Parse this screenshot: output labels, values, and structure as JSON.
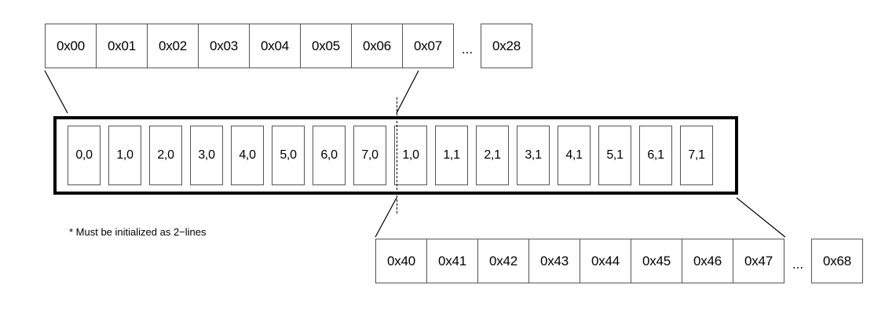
{
  "diagram": {
    "top_address_row": {
      "name": "upper-address-range",
      "cells": [
        "0x00",
        "0x01",
        "0x02",
        "0x03",
        "0x04",
        "0x05",
        "0x06",
        "0x07"
      ],
      "ellipsis": "...",
      "tail_cell": "0x28"
    },
    "bottom_address_row": {
      "name": "lower-address-range",
      "cells": [
        "0x40",
        "0x41",
        "0x42",
        "0x43",
        "0x44",
        "0x45",
        "0x46",
        "0x47"
      ],
      "ellipsis": "...",
      "tail_cell": "0x68"
    },
    "cache_bar": {
      "name": "cache-line-buffer",
      "left_half": [
        "0,0",
        "1,0",
        "2,0",
        "3,0",
        "4,0",
        "5,0",
        "6,0",
        "7,0"
      ],
      "right_half": [
        "1,0",
        "1,1",
        "2,1",
        "3,1",
        "4,1",
        "5,1",
        "6,1",
        "7,1"
      ]
    },
    "footnote": "* Must be initialized as 2−lines",
    "colors": {
      "bar_border": "#000000",
      "cell_border": "#555555",
      "text": "#000000",
      "background": "#ffffff"
    }
  }
}
